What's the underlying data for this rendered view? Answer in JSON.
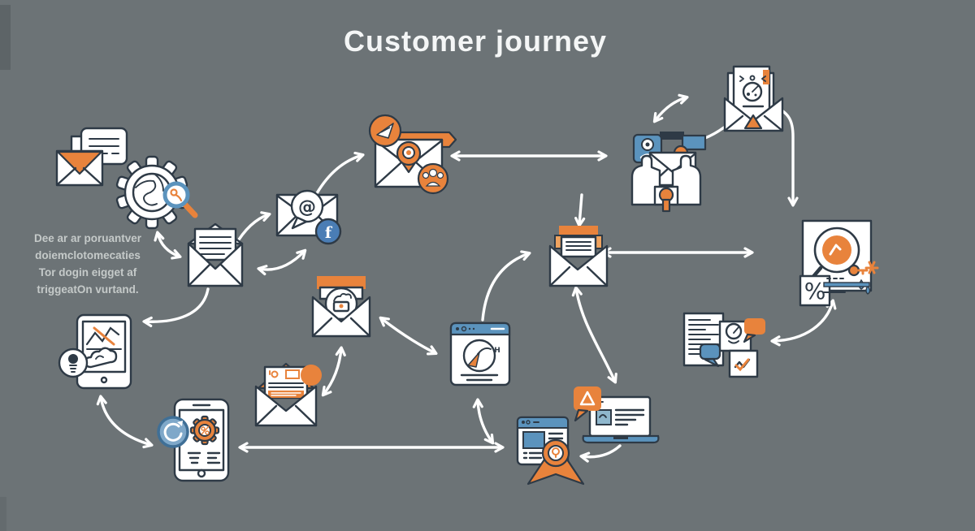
{
  "title": "Customer journey",
  "caption": {
    "lines": [
      "Dee ar ar poruantver",
      "doiemclotomecaties",
      "Tor dogin eigget af",
      "triggeatOn vurtand."
    ]
  },
  "colors": {
    "background": "#6c7376",
    "icon_outline": "#2e3a46",
    "accent_orange": "#e8833c",
    "accent_blue": "#5b93bd",
    "facebook_blue": "#4a7db5",
    "arrow_white": "#ffffff",
    "title_text": "#f4f6f6",
    "caption_text": "#c5cac9"
  },
  "nodes": [
    {
      "id": "email-chat",
      "icon": "email-chat-icon",
      "desc": "envelope with chat bubble"
    },
    {
      "id": "seo-search-gear",
      "icon": "gear-globe-search-icon",
      "desc": "gear with globe and magnifier"
    },
    {
      "id": "open-letter-envelope",
      "icon": "open-letter-envelope-icon",
      "desc": "open envelope with letter"
    },
    {
      "id": "email-at-social",
      "icon": "email-at-facebook-icon",
      "desc": "envelope with @ bubble and facebook badge"
    },
    {
      "id": "campaign-email",
      "icon": "campaign-envelope-icon",
      "desc": "envelope with send, target and audience badges"
    },
    {
      "id": "hands-envelope",
      "icon": "hands-holding-envelope-icon",
      "desc": "hands holding envelope with profile cards"
    },
    {
      "id": "email-report",
      "icon": "envelope-gauge-letter-icon",
      "desc": "open envelope with gauge document"
    },
    {
      "id": "analytics-report",
      "icon": "report-gauge-percent-icon",
      "desc": "report with magnifier gauge and percent box"
    },
    {
      "id": "inbox-envelope",
      "icon": "inbox-envelope-icon",
      "desc": "open envelope with orange letter"
    },
    {
      "id": "secure-email",
      "icon": "secure-envelope-icon",
      "desc": "open envelope with lock seal"
    },
    {
      "id": "browser-design",
      "icon": "browser-cursor-icon",
      "desc": "browser window with pen cursor"
    },
    {
      "id": "tablet-analytics",
      "icon": "tablet-chart-bulb-icon",
      "desc": "tablet with chart, cloud and lightbulb badge"
    },
    {
      "id": "phone-settings",
      "icon": "phone-gear-sync-icon",
      "desc": "phone with gear and refresh badge"
    },
    {
      "id": "newsletter-envelope",
      "icon": "newsletter-envelope-icon",
      "desc": "open envelope with newsletter and badge"
    },
    {
      "id": "webpage-award",
      "icon": "browser-award-ribbon-icon",
      "desc": "browser window with award ribbon"
    },
    {
      "id": "laptop-alert",
      "icon": "laptop-warning-icon",
      "desc": "laptop with warning bubble"
    },
    {
      "id": "feedback-document",
      "icon": "document-feedback-icon",
      "desc": "document with speech bubbles and checkmark card"
    }
  ],
  "edges": [
    {
      "from": "seo-search-gear",
      "to": "open-letter-envelope",
      "dir": "both"
    },
    {
      "from": "open-letter-envelope",
      "to": "email-at-social",
      "dir": "one"
    },
    {
      "from": "open-letter-envelope",
      "to": "email-at-social",
      "dir": "both"
    },
    {
      "from": "email-at-social",
      "to": "campaign-email",
      "dir": "one"
    },
    {
      "from": "campaign-email",
      "to": "hands-envelope",
      "dir": "both"
    },
    {
      "from": "hands-envelope",
      "to": "email-report",
      "dir": "both"
    },
    {
      "from": "email-report",
      "to": "hands-envelope",
      "dir": "one"
    },
    {
      "from": "email-report",
      "to": "analytics-report",
      "dir": "both"
    },
    {
      "from": "inbox-envelope",
      "to": "analytics-report",
      "dir": "both"
    },
    {
      "from": "browser-design",
      "to": "inbox-envelope",
      "dir": "one"
    },
    {
      "from": "campaign-email",
      "to": "inbox-envelope",
      "dir": "one"
    },
    {
      "from": "inbox-envelope",
      "to": "laptop-alert",
      "dir": "both"
    },
    {
      "from": "secure-email",
      "to": "newsletter-envelope",
      "dir": "both"
    },
    {
      "from": "secure-email",
      "to": "browser-design",
      "dir": "both"
    },
    {
      "from": "browser-design",
      "to": "webpage-award",
      "dir": "both"
    },
    {
      "from": "phone-settings",
      "to": "webpage-award",
      "dir": "both"
    },
    {
      "from": "tablet-analytics",
      "to": "phone-settings",
      "dir": "both"
    },
    {
      "from": "open-letter-envelope",
      "to": "tablet-analytics",
      "dir": "one"
    },
    {
      "from": "laptop-alert",
      "to": "webpage-award",
      "dir": "one"
    },
    {
      "from": "analytics-report",
      "to": "feedback-document",
      "dir": "both"
    }
  ]
}
